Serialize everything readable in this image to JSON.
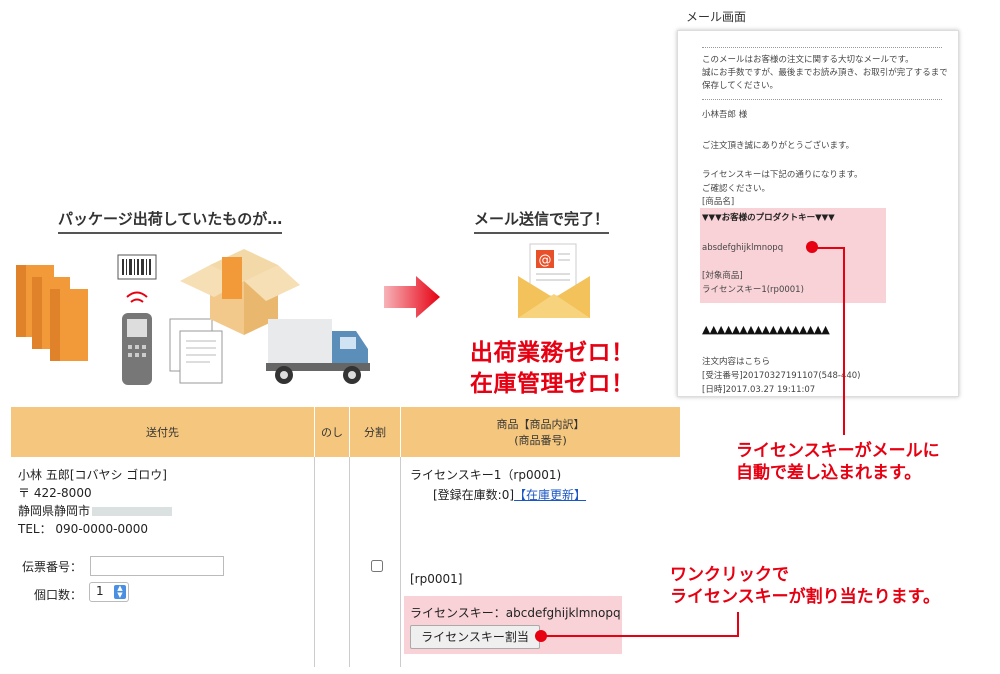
{
  "left_heading": "パッケージ出荷していたものが…",
  "middle_heading": "メール送信で完了！",
  "zero_shipping": "出荷業務ゼロ！",
  "zero_inventory": "在庫管理ゼロ！",
  "mail": {
    "title": "メール画面",
    "intro": [
      "このメールはお客様の注文に関する大切なメールです。",
      "誠にお手数ですが、最後までお読み頂き、お取引が完了するまで",
      "保存してください。"
    ],
    "customer": "小林吾郎 様",
    "thanks": "ご注文頂き誠にありがとうございます。",
    "license_intro": [
      "ライセンスキーは下記の通りになります。",
      "ご確認ください。",
      "[商品名]"
    ],
    "product_key_header": "▼▼▼お客様のプロダクトキー▼▼▼",
    "license_key": "absdefghijklmnopq",
    "target_label": "[対象商品]",
    "target_product": "ライセンスキー1(rp0001)",
    "triangles": "▲▲▲▲▲▲▲▲▲▲▲▲▲▲▲▲▲",
    "order_link_label": "注文内容はこちら",
    "order_number": "[受注番号]20170327191107(548-440)",
    "order_date": "[日時]2017.03.27 19:11:07"
  },
  "callouts": {
    "mail_insert": [
      "ライセンスキーがメールに",
      "自動で差し込まれます。"
    ],
    "one_click": [
      "ワンクリックで",
      "ライセンスキーが割り当たります。"
    ]
  },
  "table": {
    "headers": {
      "destination": "送付先",
      "noshi": "のし",
      "split": "分割",
      "product_line1": "商品【商品内訳】",
      "product_line2": "(商品番号)"
    },
    "customer_name": "小林 五郎[コバヤシ ゴロウ]",
    "zip": "〒 422-8000",
    "address": "静岡県静岡市",
    "tel": "TEL： 090-0000-0000",
    "slip_label": "伝票番号：",
    "slip_value": "",
    "pieces_label": "個口数：",
    "pieces_value": "1",
    "product_name": "ライセンスキー1（rp0001)",
    "stock_label": "[登録在庫数:0]",
    "stock_update": "【在庫更新】",
    "code": "[rp0001]",
    "license_line": "ライセンスキー：abcdefghijklmnopq",
    "assign_button": "ライセンスキー割当"
  },
  "colors": {
    "accent_red": "#e60012",
    "header_orange": "#f5c77e",
    "highlight_pink": "#f8d2d6",
    "box_orange": "#f29a3a"
  }
}
